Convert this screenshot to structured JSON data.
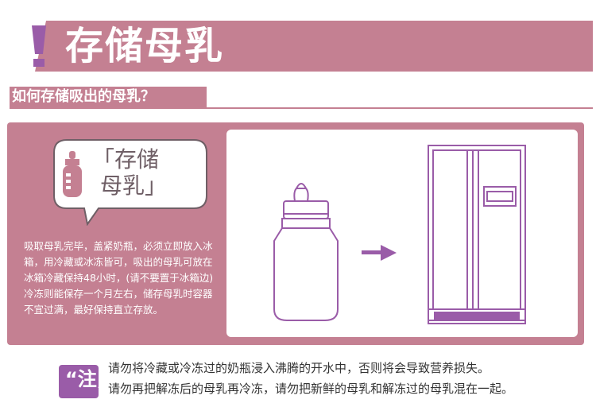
{
  "header": {
    "title": "存储母乳",
    "accent_color": "#c48092",
    "mark_color": "#9a5ca8"
  },
  "subtitle": "如何存储吸出的母乳？",
  "bubble": {
    "line1": "「存储",
    "line2": "母乳」"
  },
  "description": "吸取母乳完毕，盖紧奶瓶，必须立即放入冰箱，用冷藏或冰冻皆可，吸出的母乳可放在冰箱冷藏保持48小时，(请不要置于冰箱边)冷冻则能保存一个月左右，储存母乳时容器不宜过满，最好保持直立存放。",
  "illustration": {
    "bottle_icon": "baby-bottle",
    "arrow_icon": "right-arrow",
    "fridge_icon": "refrigerator"
  },
  "notes": {
    "badge": "“注„",
    "lines": [
      "请勿将冷藏或冷冻过的奶瓶浸入沸腾的开水中，否则将会导致营养损失。",
      "请勿再把解冻后的母乳再冷冻，请勿把新鲜的母乳和解冻过的母乳混在一起。"
    ],
    "badge_color": "#9a5ca8"
  }
}
